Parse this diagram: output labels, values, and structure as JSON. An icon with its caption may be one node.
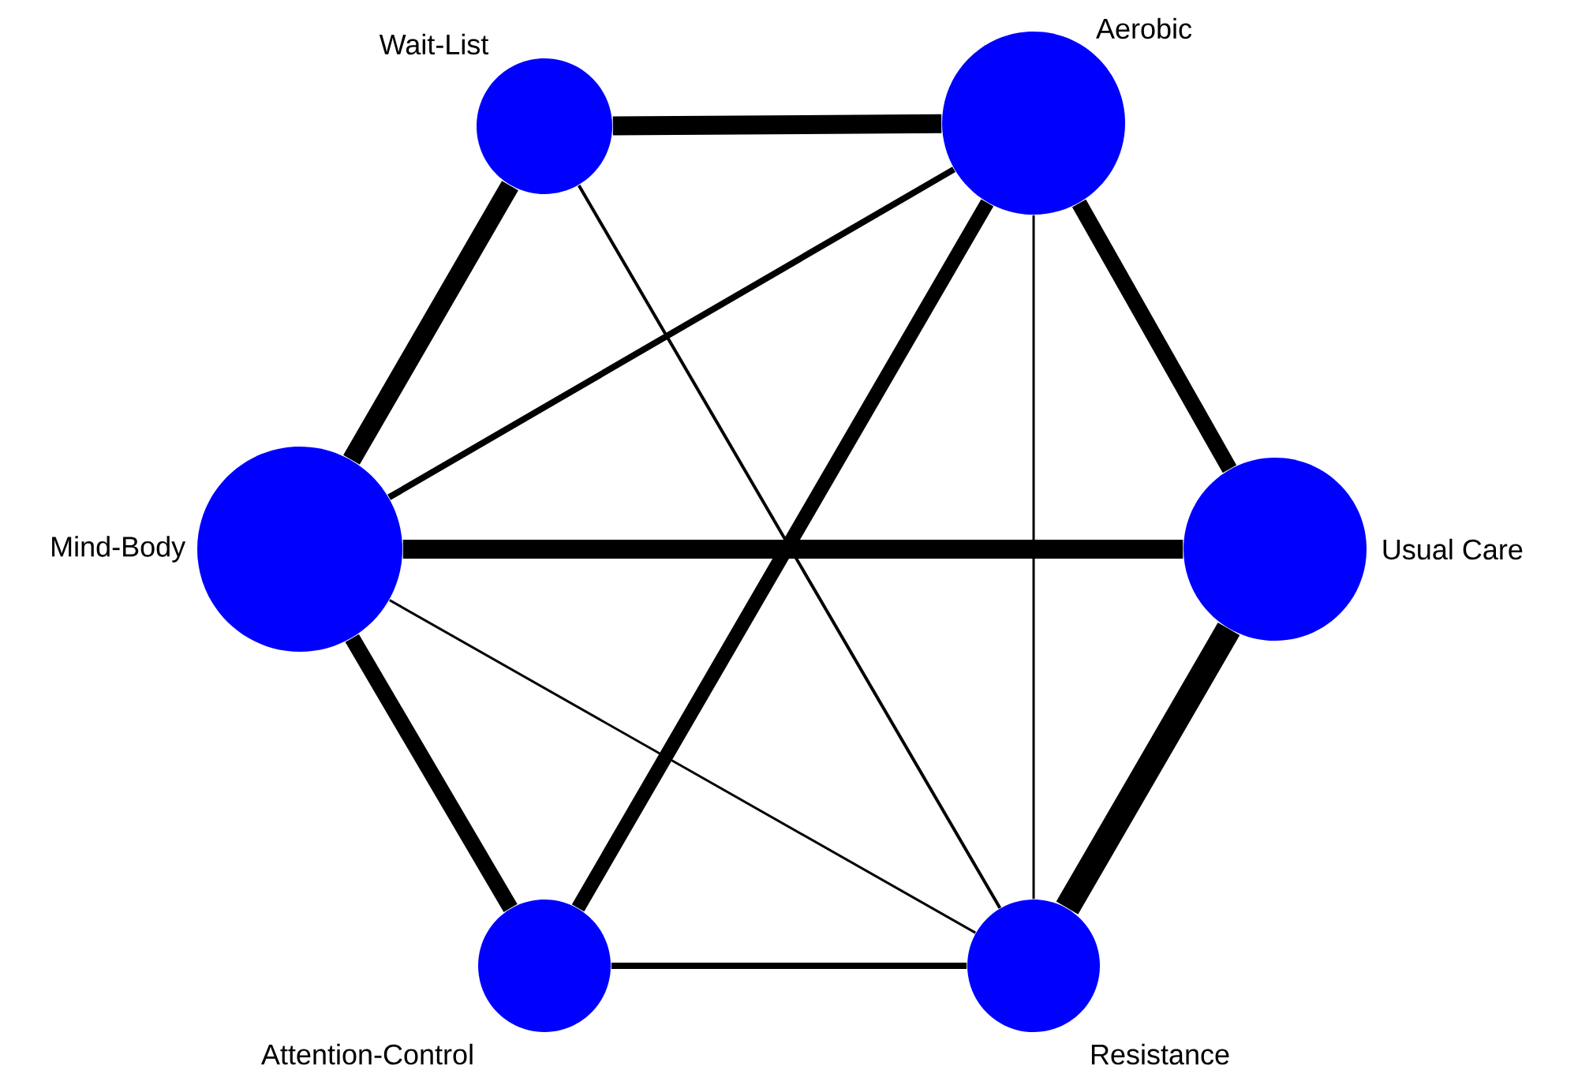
{
  "diagram": {
    "nodes": [
      {
        "text": [],
        "shape": "circle",
        "beside": [
          "Wait-List"
        ]
      },
      {
        "text": [],
        "shape": "circle",
        "beside": [
          "Aerobic"
        ]
      },
      {
        "text": [],
        "shape": "circle",
        "beside": [
          "Mind-Body"
        ]
      },
      {
        "text": [],
        "shape": "circle",
        "beside": [
          "Usual Care"
        ]
      },
      {
        "text": [],
        "shape": "circle",
        "beside": [
          "Attention-Control"
        ]
      },
      {
        "text": [],
        "shape": "circle",
        "beside": [
          "Resistance"
        ]
      }
    ],
    "edges": [
      {
        "from": 0,
        "to": 1,
        "arrow": "none"
      },
      {
        "from": 0,
        "to": 2,
        "arrow": "none"
      },
      {
        "from": 0,
        "to": 5,
        "arrow": "none"
      },
      {
        "from": 1,
        "to": 2,
        "arrow": "none"
      },
      {
        "from": 1,
        "to": 3,
        "arrow": "none"
      },
      {
        "from": 1,
        "to": 4,
        "arrow": "none"
      },
      {
        "from": 1,
        "to": 5,
        "arrow": "none"
      },
      {
        "from": 2,
        "to": 3,
        "arrow": "none"
      },
      {
        "from": 2,
        "to": 4,
        "arrow": "none"
      },
      {
        "from": 2,
        "to": 5,
        "arrow": "none"
      },
      {
        "from": 3,
        "to": 5,
        "arrow": "none"
      },
      {
        "from": 4,
        "to": 5,
        "arrow": "none"
      }
    ]
  }
}
